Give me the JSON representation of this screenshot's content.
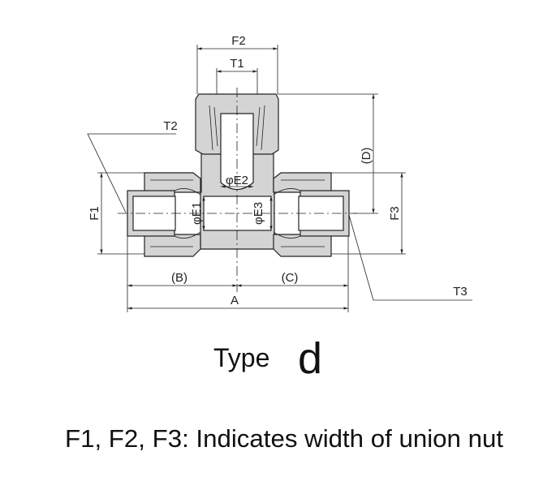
{
  "labels": {
    "f1": "F1",
    "f2": "F2",
    "f3": "F3",
    "t1": "T1",
    "t2": "T2",
    "t3": "T3",
    "a": "A",
    "b": "(B)",
    "c": "(C)",
    "d": "(D)",
    "e1": "φE1",
    "e2": "φE2",
    "e3": "φE3"
  },
  "title": {
    "prefix": "Type",
    "letter": "d"
  },
  "caption": "F1, F2, F3: Indicates width of union nut"
}
